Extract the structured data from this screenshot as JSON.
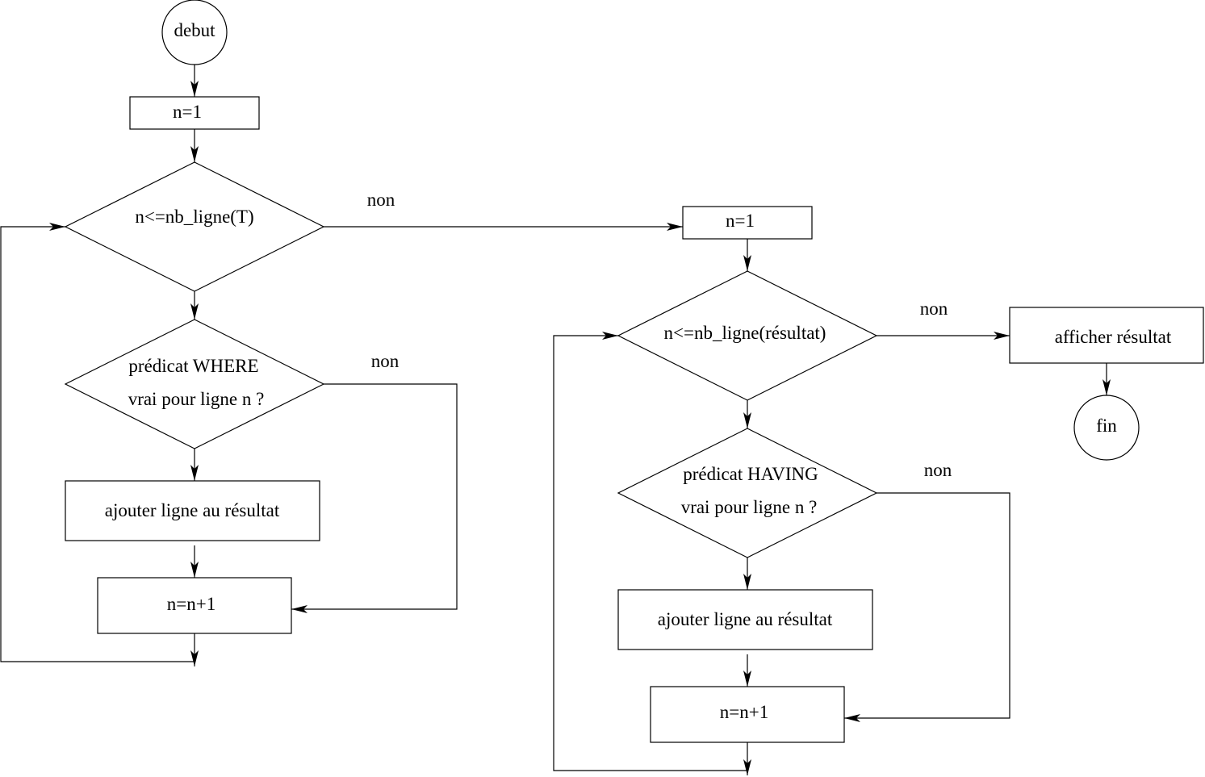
{
  "nodes": {
    "start": {
      "label": "debut"
    },
    "init_n1": {
      "label": "n=1"
    },
    "cond_table": {
      "label": "n<=nb_ligne(T)"
    },
    "where_pred": {
      "line1": "prédicat WHERE",
      "line2": "vrai pour ligne n ?"
    },
    "add_row_1": {
      "label": "ajouter ligne au résultat"
    },
    "incr_1": {
      "label": "n=n+1"
    },
    "init_n2": {
      "label": "n=1"
    },
    "cond_result": {
      "label": "n<=nb_ligne(résultat)"
    },
    "having_pred": {
      "line1": "prédicat HAVING",
      "line2": "vrai pour ligne n ?"
    },
    "add_row_2": {
      "label": "ajouter ligne au résultat"
    },
    "incr_2": {
      "label": "n=n+1"
    },
    "display_result": {
      "label": "afficher résultat"
    },
    "end": {
      "label": "fin"
    }
  },
  "edge_labels": {
    "cond_table_no": "non",
    "where_no": "non",
    "cond_result_no": "non",
    "having_no": "non"
  }
}
